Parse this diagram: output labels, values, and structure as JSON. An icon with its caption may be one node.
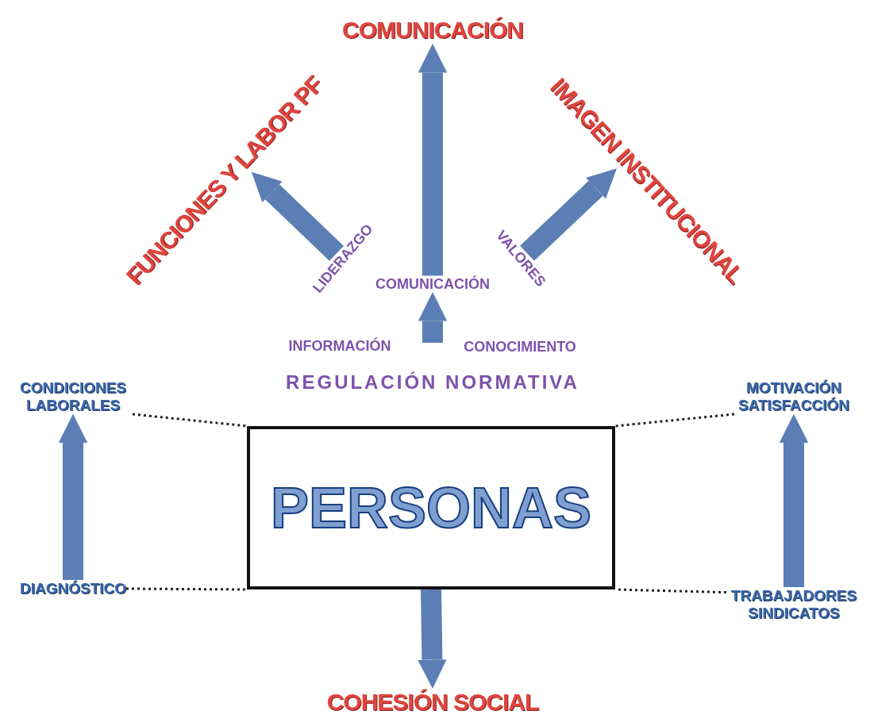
{
  "diagram": {
    "nodes": [
      {
        "text": [
          "COMUNICACIÓN"
        ]
      },
      {
        "text": [
          "FUNCIONES Y LABOR PF"
        ]
      },
      {
        "text": [
          "IMAGEN INSTITUCIONAL"
        ]
      },
      {
        "text": [
          "COMUNICACIÓN"
        ]
      },
      {
        "text": [
          "CONDICIONES LABORALES"
        ]
      },
      {
        "text": [
          "MOTIVACIÓN SATISFACCIÓN"
        ]
      },
      {
        "text": [
          "PERSONAS"
        ]
      },
      {
        "text": [
          "DIAGNÓSTICO"
        ]
      },
      {
        "text": [
          "TRABAJADORES SINDICATOS"
        ]
      },
      {
        "text": [
          "COHESIÓN SOCIAL"
        ]
      },
      {
        "text": [
          "LIDERAZGO"
        ]
      },
      {
        "text": [
          "VALORES"
        ]
      }
    ],
    "edges": [
      {
        "from": 3,
        "to": 0,
        "arrow": "to"
      },
      {
        "from": 10,
        "to": 1,
        "arrow": "to"
      },
      {
        "from": 11,
        "to": 2,
        "arrow": "to"
      },
      {
        "from": null,
        "to": 3,
        "arrow": "to"
      },
      {
        "from": 7,
        "to": 4,
        "arrow": "to"
      },
      {
        "from": 8,
        "to": 5,
        "arrow": "to"
      },
      {
        "from": 6,
        "to": 9,
        "arrow": "to"
      },
      {
        "from": 4,
        "to": 6,
        "arrow": "none",
        "style": "dashed",
        "color": "#222222"
      },
      {
        "from": 7,
        "to": 6,
        "arrow": "none",
        "style": "dashed",
        "color": "#222222"
      },
      {
        "from": 5,
        "to": 6,
        "arrow": "none",
        "style": "dashed",
        "color": "#222222"
      },
      {
        "from": 8,
        "to": 6,
        "arrow": "none",
        "style": "dashed",
        "color": "#222222"
      }
    ],
    "labels": [
      "INFORMACIÓN",
      "CONOCIMIENTO",
      "REGULACIÓN NORMATIVA"
    ]
  }
}
